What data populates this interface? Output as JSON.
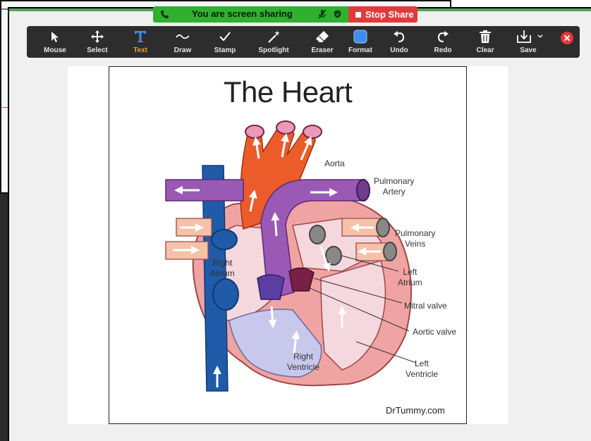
{
  "banner": {
    "status_text": "You are screen sharing",
    "stop_label": "Stop Share",
    "colors": {
      "green": "#2fb12f",
      "red": "#e03a3a"
    }
  },
  "toolbar": {
    "active_tool": "Text",
    "accent_color": "#f4a11b",
    "tools": [
      {
        "label": "Mouse",
        "icon": "cursor-arrow-icon"
      },
      {
        "label": "Select",
        "icon": "move-arrows-icon"
      },
      {
        "label": "Text",
        "icon": "text-t-icon"
      },
      {
        "label": "Draw",
        "icon": "squiggle-icon"
      },
      {
        "label": "Stamp",
        "icon": "checkmark-icon"
      },
      {
        "label": "Spotlight",
        "icon": "magic-wand-icon"
      },
      {
        "label": "Eraser",
        "icon": "eraser-icon"
      },
      {
        "label": "Format",
        "icon": "color-square-icon"
      },
      {
        "label": "Undo",
        "icon": "undo-icon"
      },
      {
        "label": "Redo",
        "icon": "redo-icon"
      },
      {
        "label": "Clear",
        "icon": "trash-icon"
      },
      {
        "label": "Save",
        "icon": "download-icon"
      }
    ]
  },
  "slide": {
    "title": "The Heart",
    "labels": {
      "aorta": "Aorta",
      "pulmonary_artery": [
        "Pulmonary",
        "Artery"
      ],
      "pulmonary_veins": [
        "Pulmonary",
        "Veins"
      ],
      "right_atrium": [
        "Right",
        "Atrium"
      ],
      "left_atrium": [
        "Left",
        "Atrium"
      ],
      "mitral_valve": "Mitral valve",
      "aortic_valve": "Aortic valve",
      "right_ventricle": [
        "Right",
        "Ventricle"
      ],
      "left_ventricle": [
        "Left",
        "Ventricle"
      ]
    },
    "credit": "DrTummy.com"
  }
}
